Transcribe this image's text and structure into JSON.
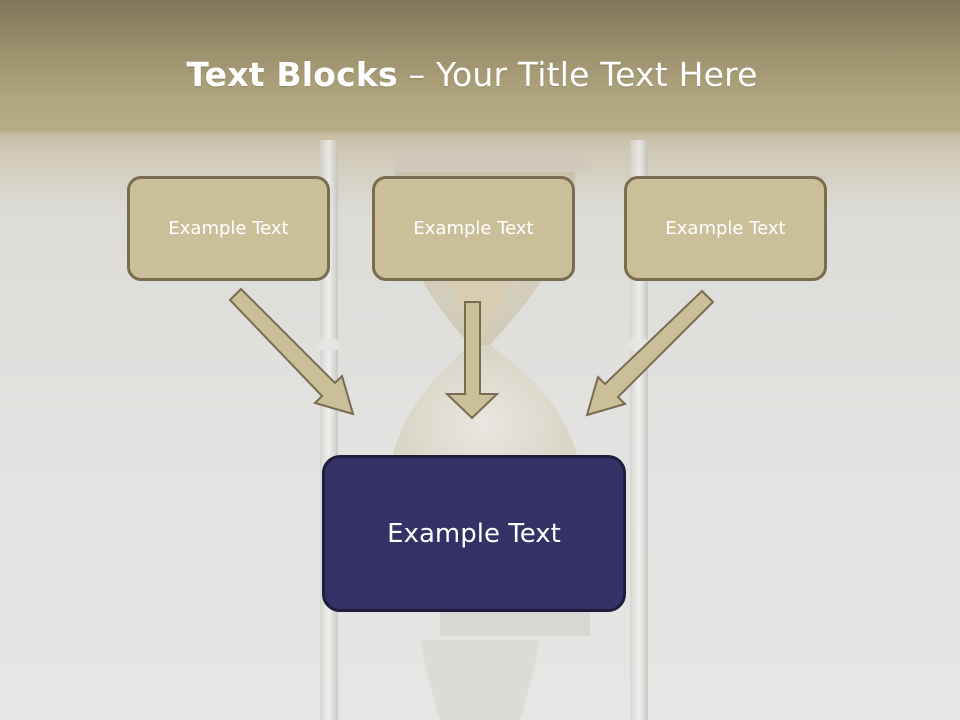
{
  "title": {
    "bold": "Text Blocks",
    "dash": " – ",
    "rest": "Your Title Text Here"
  },
  "boxes": [
    {
      "label": "Example Text"
    },
    {
      "label": "Example Text"
    },
    {
      "label": "Example Text"
    }
  ],
  "target": {
    "label": "Example Text"
  },
  "colors": {
    "box_fill": "#cbbf9a",
    "box_border": "#786d4f",
    "target_fill": "#343166",
    "header": "#b2a67f"
  }
}
